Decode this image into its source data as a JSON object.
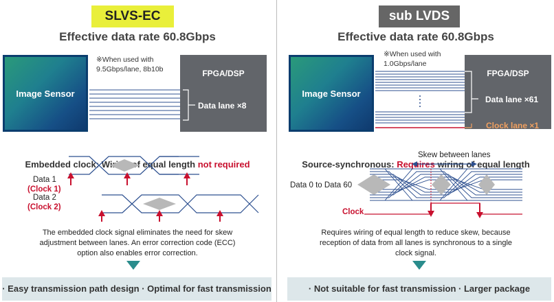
{
  "left": {
    "badge": "SLVS-EC",
    "rate": "Effective data rate 60.8Gbps",
    "sensor_label": "Image Sensor",
    "fpga_label": "FPGA/DSP",
    "note_line1": "※When used with",
    "note_line2": "9.5Gbps/lane, 8b10b",
    "lane_label": "Data lane ×8",
    "subtitle_prefix": "Embedded clock: Wiring of equal length ",
    "subtitle_emph": "not required",
    "data1": "Data 1",
    "clock1": "(Clock 1)",
    "data2": "Data 2",
    "clock2": "(Clock 2)",
    "desc_line1": "The embedded clock signal eliminates the need for skew",
    "desc_line2": "adjustment between lanes. An error correction code (ECC)",
    "desc_line3": "option also enables error correction.",
    "footer": "· Easy transmission path design  · Optimal for fast transmission"
  },
  "right": {
    "badge": "sub LVDS",
    "rate": "Effective data rate 60.8Gbps",
    "sensor_label": "Image Sensor",
    "fpga_label": "FPGA/DSP",
    "note_line1": "※When used with",
    "note_line2": "1.0Gbps/lane",
    "lane_label": "Data lane ×61",
    "clock_lane_label": "Clock lane ×1",
    "subtitle_prefix": "Source-synchronous: ",
    "subtitle_emph": "Requires",
    "subtitle_suffix": " wiring of equal length",
    "skew_label": "Skew between lanes",
    "data_range": "Data 0 to Data 60",
    "clock": "Clock",
    "desc_line1": "Requires wiring of equal length to reduce skew, because",
    "desc_line2": "reception of data from all lanes is synchronous to a single",
    "desc_line3": "clock signal.",
    "footer": "· Not suitable for fast transmission  · Larger package"
  },
  "colors": {
    "accent_yellow": "#e9ef3a",
    "accent_red": "#c8102e",
    "wire_blue": "#2c4f8f",
    "clock_orange": "#f0a060",
    "fpga_gray": "#62656a",
    "footer_bg": "#dde7ea",
    "arrow_teal": "#2a8c8c"
  }
}
